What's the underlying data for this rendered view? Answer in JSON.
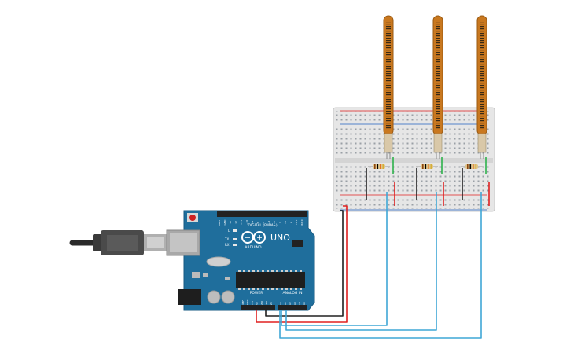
{
  "board": {
    "brand": "ARDUINO",
    "model": "UNO",
    "digital_label": "DIGITAL (PWM~)",
    "power_label": "POWER",
    "analog_label": "ANALOG IN",
    "led_l": "L",
    "led_tx": "TX",
    "led_rx": "RX",
    "header_top_pins": [
      "AREF",
      "GND",
      "13",
      "12",
      "~11",
      "~10",
      "~9",
      "8",
      "7",
      "~6",
      "~5",
      "4",
      "~3",
      "2",
      "TX 1",
      "RX 0"
    ],
    "power_pins": [
      "IOREF",
      "RESET",
      "3.3V",
      "5V",
      "GND",
      "GND",
      "Vin"
    ],
    "analog_pins": [
      "A0",
      "A1",
      "A2",
      "A3",
      "A4",
      "A5"
    ]
  },
  "components": {
    "flex_sensor_count": 3,
    "resistor_count": 3
  },
  "colors": {
    "board_blue": "#1f6e9c",
    "breadboard": "#e8e8e8",
    "flex_orange": "#c9781f",
    "wire_red": "#e02020",
    "wire_black": "#202020",
    "wire_blue": "#3fa7d6",
    "wire_green": "#2db24a"
  }
}
